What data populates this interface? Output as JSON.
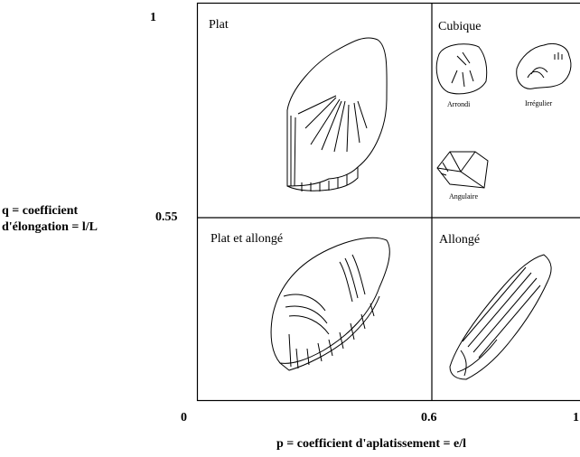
{
  "y_axis": {
    "label_line1": "q = coefficient",
    "label_line2": "d'élongation = l/L",
    "tick_top": "1",
    "tick_mid": "0.55"
  },
  "x_axis": {
    "label": "p = coefficient d'aplatissement = e/l",
    "tick_zero": "0",
    "tick_mid": "0.6",
    "tick_end": "1"
  },
  "quadrants": {
    "top_left": "Plat",
    "top_right": "Cubique",
    "bottom_left": "Plat et allongé",
    "bottom_right": "Allongé"
  },
  "cubique_subtypes": {
    "rounded": "Arrondi",
    "irregular": "Irrégulier",
    "angular": "Angulaire"
  },
  "colors": {
    "line": "#000000",
    "background": "#ffffff"
  }
}
